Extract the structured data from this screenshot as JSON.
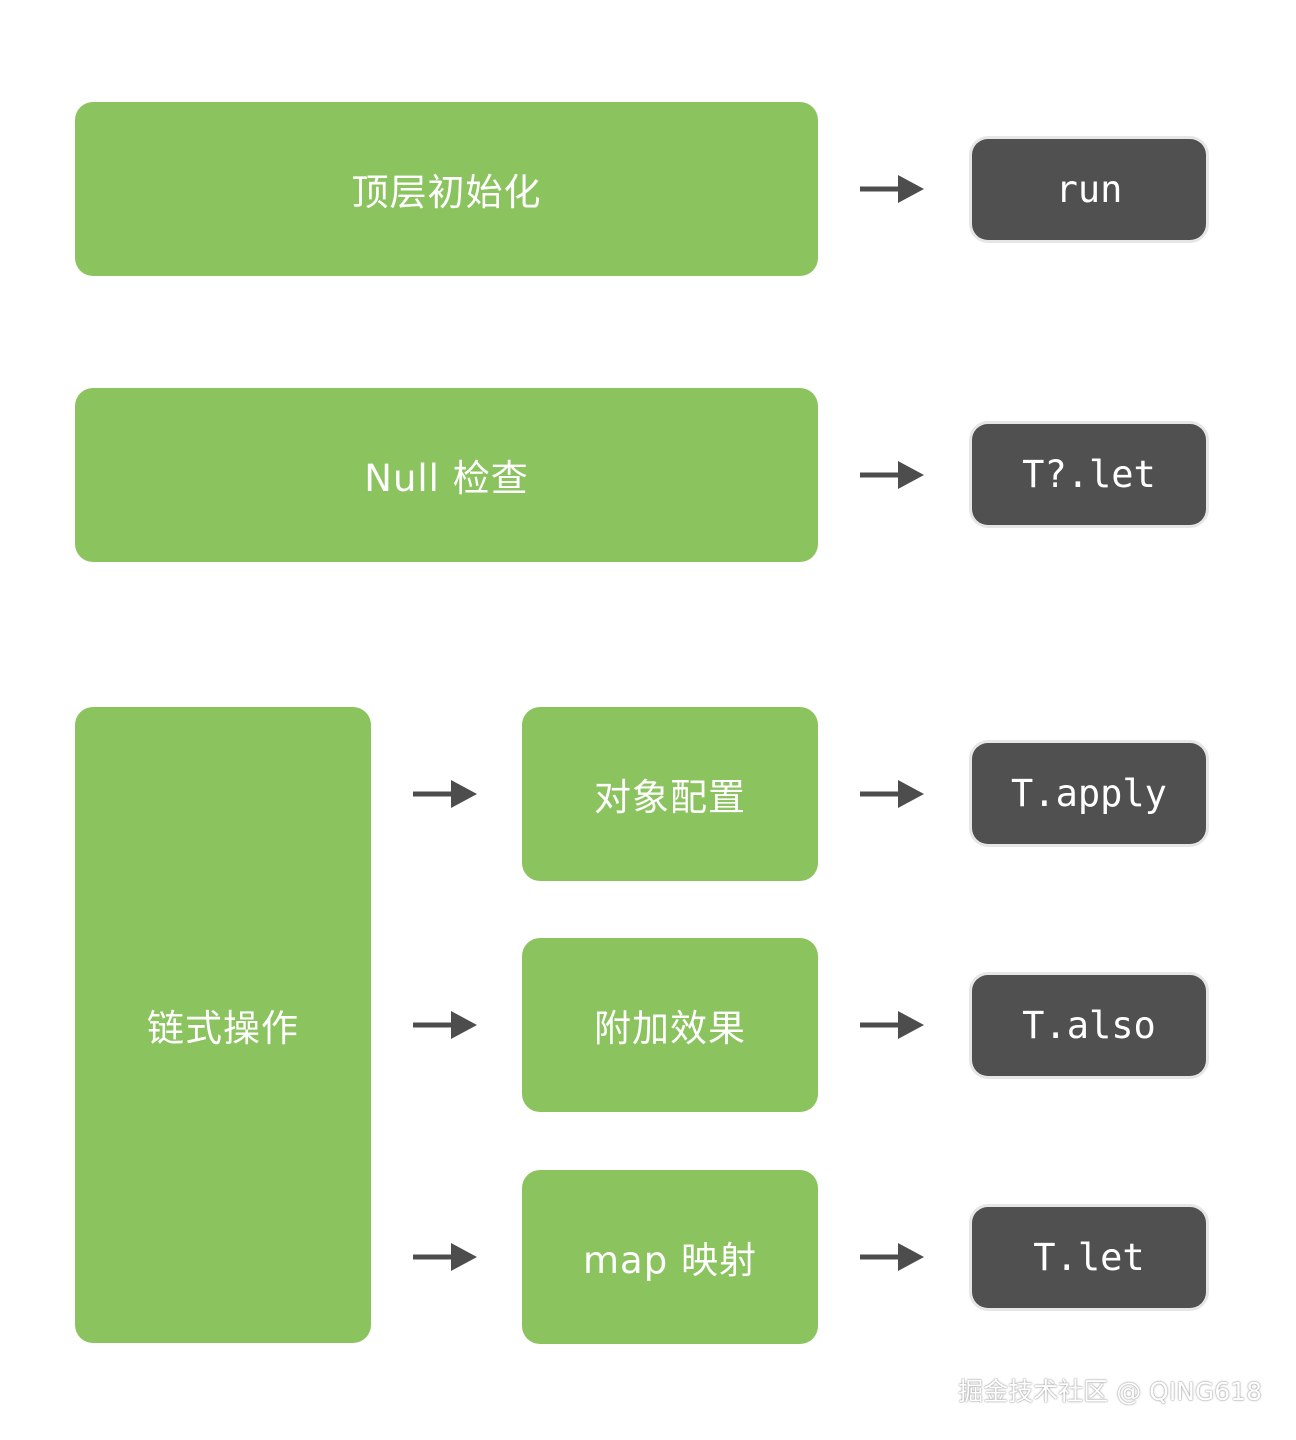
{
  "diagram": {
    "rows": [
      {
        "left": "顶层初始化",
        "right": "run"
      },
      {
        "left": "Null 检查",
        "right": "T?.let"
      }
    ],
    "chain": {
      "label": "链式操作",
      "items": [
        {
          "label": "对象配置",
          "right": "T.apply"
        },
        {
          "label": "附加效果",
          "right": "T.also"
        },
        {
          "label": "map 映射",
          "right": "T.let"
        }
      ]
    },
    "colors": {
      "green": "#8bc35f",
      "dark": "#505050",
      "arrow": "#4d4d4d"
    }
  },
  "watermark": "掘金技术社区 @ QING618"
}
